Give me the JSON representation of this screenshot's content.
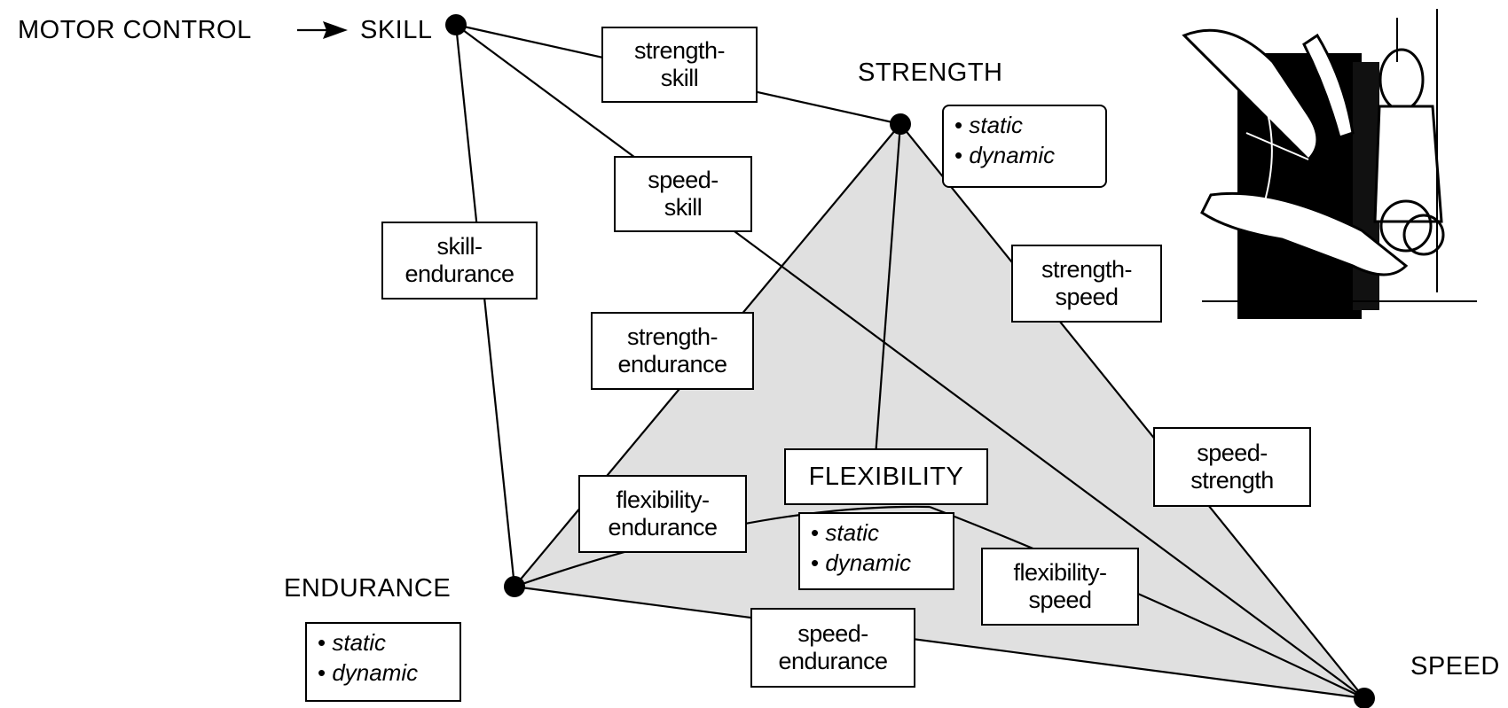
{
  "labels": {
    "motor_control": "MOTOR CONTROL",
    "skill": "SKILL",
    "strength": "STRENGTH",
    "endurance": "ENDURANCE",
    "speed": "SPEED",
    "flexibility": "FLEXIBILITY"
  },
  "qualifiers": {
    "bullet": "•",
    "static": "static",
    "dynamic": "dynamic"
  },
  "combos": {
    "strength_skill": [
      "strength-",
      "skill"
    ],
    "speed_skill": [
      "speed-",
      "skill"
    ],
    "skill_endurance": [
      "skill-",
      "endurance"
    ],
    "strength_endurance": [
      "strength-",
      "endurance"
    ],
    "strength_speed": [
      "strength-",
      "speed"
    ],
    "speed_strength": [
      "speed-",
      "strength"
    ],
    "flexibility_endurance": [
      "flexibility-",
      "endurance"
    ],
    "flexibility_speed": [
      "flexibility-",
      "speed"
    ],
    "speed_endurance": [
      "speed-",
      "endurance"
    ]
  },
  "colors": {
    "line": "#000000",
    "shade": "#e0e0e0",
    "background": "#ffffff"
  },
  "illustration": "athletes-illustration"
}
